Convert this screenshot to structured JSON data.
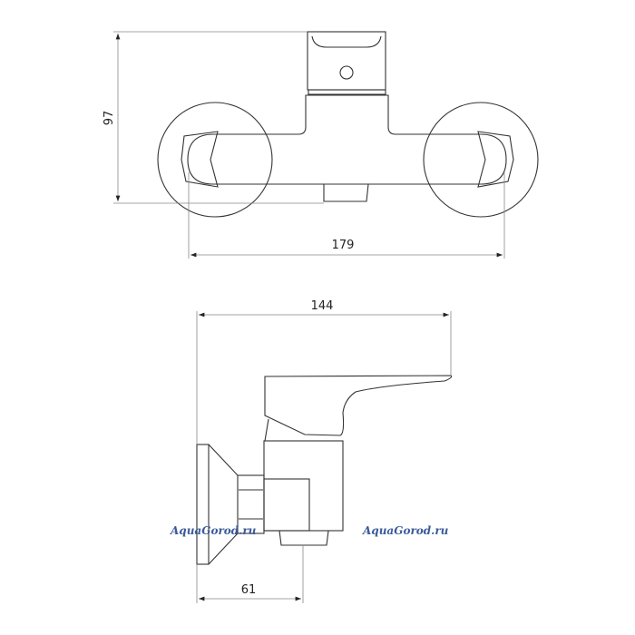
{
  "dimensions": {
    "top_height": "97",
    "top_width": "179",
    "side_depth": "144",
    "side_outlet_offset": "61"
  },
  "watermarks": [
    "AquaGorod.ru",
    "AquaGorod.ru"
  ],
  "colors": {
    "line": "#333333",
    "dimension": "#888888",
    "watermark": "#3b5a9a"
  }
}
